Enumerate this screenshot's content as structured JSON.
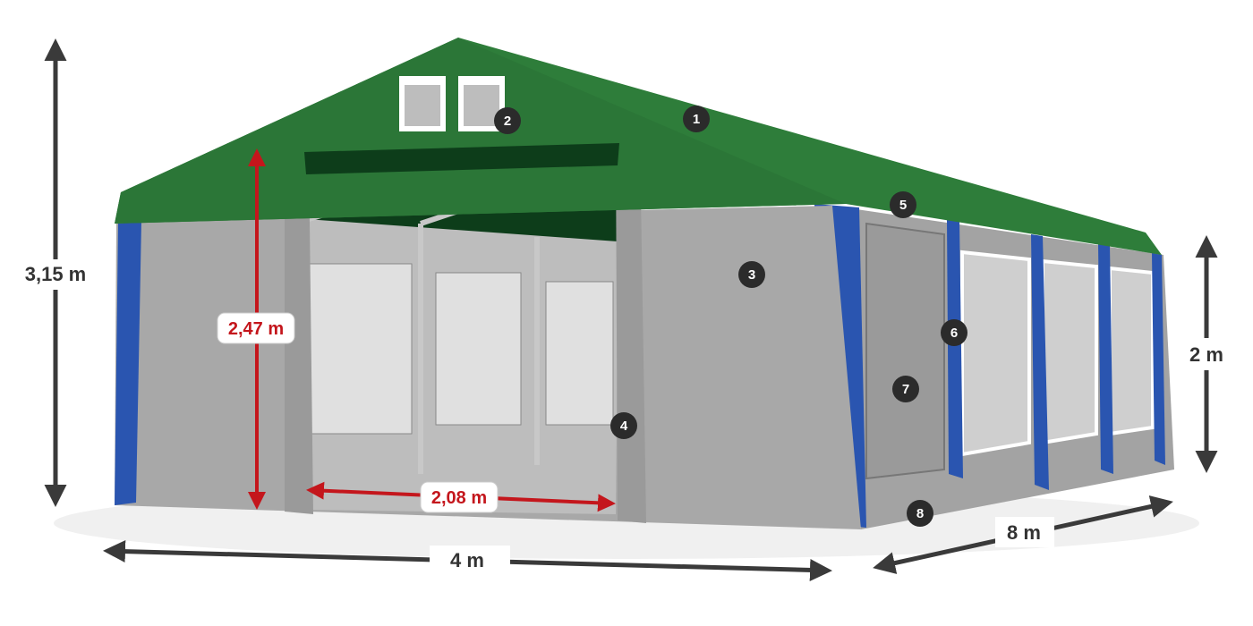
{
  "dimensions": {
    "height_total": "3,15 m",
    "door_height": "2,47 m",
    "door_width": "2,08 m",
    "width": "4 m",
    "length": "8 m",
    "side_height": "2 m"
  },
  "badges": [
    "1",
    "2",
    "3",
    "4",
    "5",
    "6",
    "7",
    "8"
  ],
  "colors": {
    "roof": "#2e7d3a",
    "walls": "#9e9e9e",
    "posts": "#2a55b0",
    "arrow": "#3a3a3a",
    "accent": "#c4161c",
    "badge": "#2b2b2b"
  }
}
